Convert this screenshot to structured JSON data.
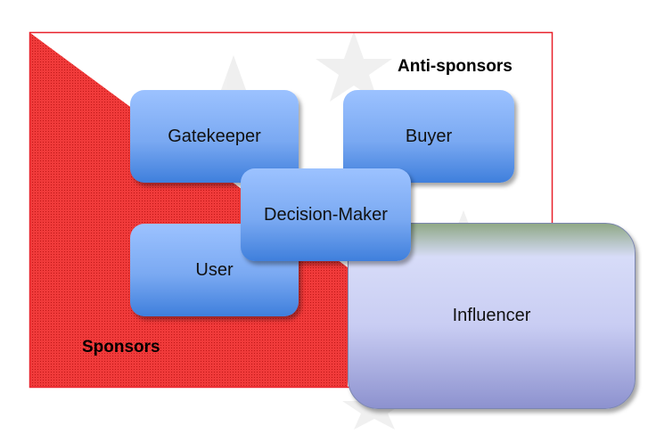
{
  "diagram": {
    "anti_sponsors_label": "Anti-sponsors",
    "sponsors_label": "Sponsors",
    "nodes": {
      "gatekeeper": "Gatekeeper",
      "buyer": "Buyer",
      "decision_maker": "Decision-Maker",
      "user": "User",
      "influencer": "Influencer"
    }
  },
  "colors": {
    "frame_border": "#e8202a",
    "sponsors_fill": "#f03a3a",
    "box_blue": "#7aa9f2",
    "influencer_lavender": "#c9cdf3"
  },
  "decorations": [
    "star-watermark"
  ]
}
